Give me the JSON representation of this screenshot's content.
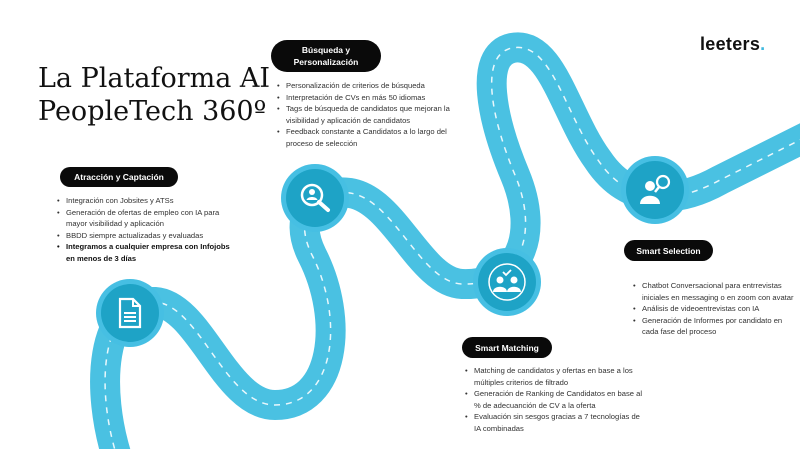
{
  "title": {
    "line1": "La Plataforma AI",
    "line2": "PeopleTech 360º"
  },
  "logo": {
    "text": "leeters",
    "dot": "."
  },
  "colors": {
    "road": "#4ac1e2",
    "node_inner": "#1ea3c6",
    "pill": "#0a0a0a"
  },
  "stages": [
    {
      "label": "Atracción y Captación",
      "icon": "document-icon",
      "items": [
        "Integración con Jobsites y ATSs",
        "Generación de ofertas de empleo con IA para mayor visibilidad y aplicación",
        "BBDD siempre actualizadas y evaluadas",
        "Integramos a cualquier empresa con Infojobs en menos de 3 días"
      ]
    },
    {
      "label_line1": "Búsqueda y",
      "label_line2": "Personalización",
      "icon": "search-person-icon",
      "items": [
        "Personalización de criterios de búsqueda",
        "Interpretación de CVs en más 50 idiomas",
        "Tags de búsqueda de candidatos que mejoran la visibilidad y aplicación de candidatos",
        "Feedback constante a Candidatos a lo largo del proceso de selección"
      ]
    },
    {
      "label": "Smart Matching",
      "icon": "people-match-icon",
      "items": [
        "Matching de candidatos y ofertas en base a los múltiples criterios de filtrado",
        "Generación de Ranking de Candidatos en base al % de adecuanción de CV a la oferta",
        "Evaluación sin sesgos gracias a 7 tecnologías de IA combinadas"
      ]
    },
    {
      "label": "Smart Selection",
      "icon": "person-search-icon",
      "items": [
        "Chatbot Conversacional para entrrevistas iniciales en messaging o en zoom con avatar",
        "Análisis de videoentrevistas con IA",
        "Generación de Informes por candidato en cada fase del proceso"
      ]
    }
  ]
}
